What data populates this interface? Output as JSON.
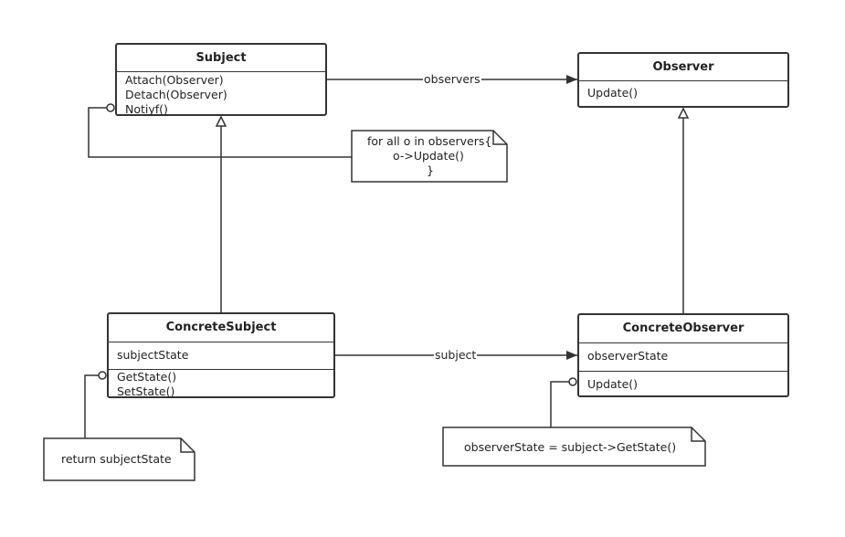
{
  "classes": {
    "subject": {
      "name": "Subject",
      "operations": [
        "Attach(Observer)",
        "Detach(Observer)",
        "Notiyf()"
      ]
    },
    "observer": {
      "name": "Observer",
      "operations": [
        "Update()"
      ]
    },
    "concrete_subject": {
      "name": "ConcreteSubject",
      "attributes": [
        "subjectState"
      ],
      "operations": [
        "GetState()",
        "SetState()"
      ]
    },
    "concrete_observer": {
      "name": "ConcreteObserver",
      "attributes": [
        "observerState"
      ],
      "operations": [
        "Update()"
      ]
    }
  },
  "notes": {
    "notify_note": [
      "for all o in observers{",
      "o->Update()",
      "}"
    ],
    "get_state_note": [
      "return subjectState"
    ],
    "update_note": [
      "observerState = subject->GetState()"
    ]
  },
  "associations": {
    "observers_label": "observers",
    "subject_label": "subject"
  },
  "colors": {
    "line": "#333333",
    "background": "#ffffff"
  }
}
